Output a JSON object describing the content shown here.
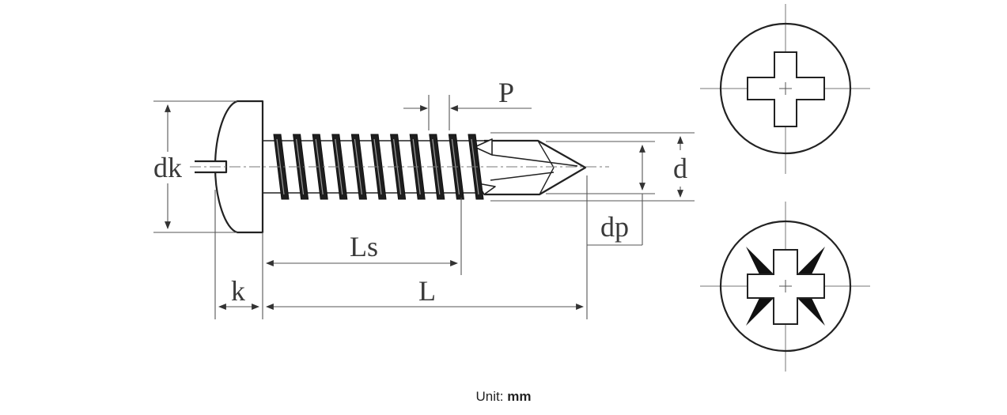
{
  "labels": {
    "dk": "dk",
    "P": "P",
    "d": "d",
    "dp": "dp",
    "Ls": "Ls",
    "L": "L",
    "k": "k"
  },
  "footer": {
    "unit_label": "Unit:",
    "unit_value": "mm"
  },
  "views": {
    "top": "phillips-recess",
    "bottom": "pozidriv-recess"
  },
  "colors": {
    "line": "#222222",
    "dim_line": "#666666",
    "text": "#3a3a3a",
    "background": "#ffffff"
  }
}
